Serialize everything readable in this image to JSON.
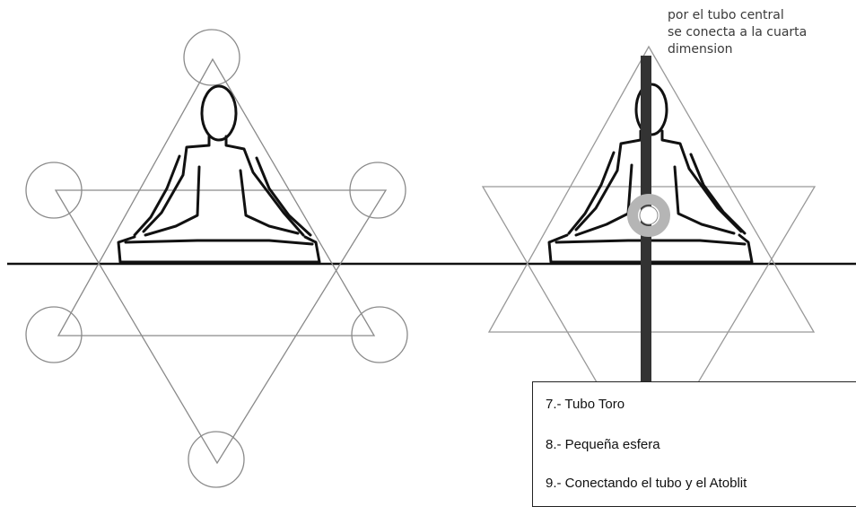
{
  "annotation": {
    "lines": [
      "por el tubo central",
      "se conecta a la cuarta",
      "dimension"
    ]
  },
  "legend": {
    "items": [
      "7.- Tubo Toro",
      "8.- Pequeña esfera",
      "9.- Conectando el tubo y el Atoblit"
    ]
  },
  "colors": {
    "line": "#111111",
    "star_lines": "#999999",
    "tube": "#333333",
    "sphere_ring": "#b8b8b8"
  }
}
